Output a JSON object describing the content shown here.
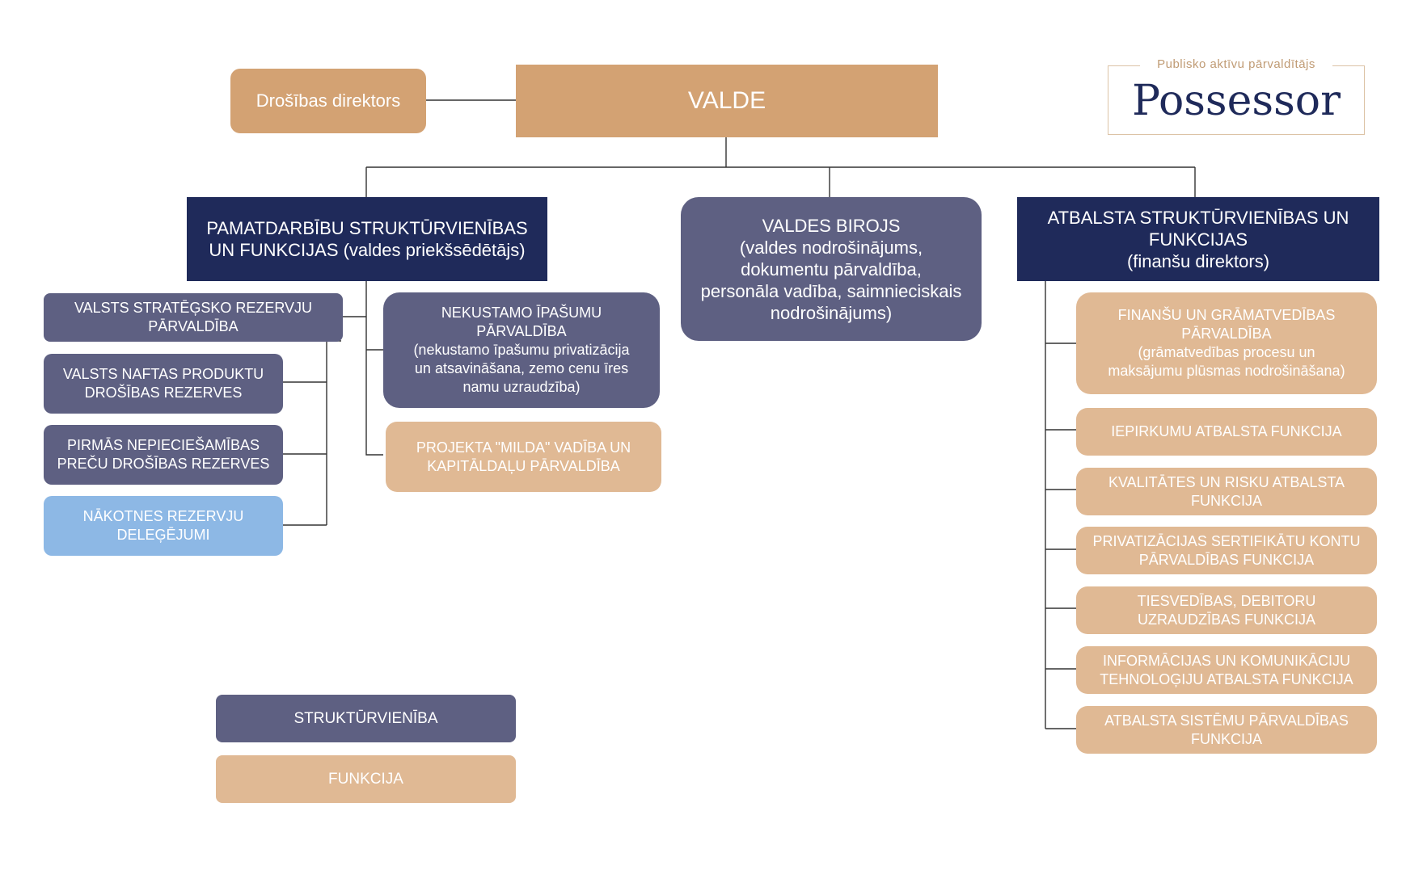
{
  "header": {
    "board": "VALDE",
    "security_director": "Drošības direktors"
  },
  "logo": {
    "tagline": "Publisko aktīvu pārvaldītājs",
    "wordmark": "Possessor"
  },
  "branches": {
    "core": [
      "PAMATDARBĪBU STRUKTŪRVIENĪBAS",
      "UN FUNKCIJAS (valdes priekšsēdētājs)"
    ],
    "office": [
      "VALDES BIROJS",
      "(valdes nodrošinājums,",
      "dokumentu pārvaldība,",
      "personāla vadība, saimnieciskais",
      "nodrošinājums)"
    ],
    "support": [
      "ATBALSTA STRUKTŪRVIENĪBAS UN",
      "FUNKCIJAS",
      "(finanšu direktors)"
    ]
  },
  "core_units": [
    [
      "VALSTS STRATĒĢSKO REZERVJU",
      "PĀRVALDĪBA"
    ],
    [
      "VALSTS NAFTAS PRODUKTU",
      "DROŠĪBAS REZERVES"
    ],
    [
      "PIRMĀS NEPIECIEŠAMĪBAS",
      "PREČU DROŠĪBAS REZERVES"
    ],
    [
      "NĀKOTNES REZERVJU",
      "DELEĢĒJUMI"
    ]
  ],
  "real_estate": [
    "NEKUSTAMO ĪPAŠUMU",
    "PĀRVALDĪBA",
    "(nekustamo īpašumu privatizācija",
    "un atsavināšana, zemo cenu īres",
    "namu uzraudzība)"
  ],
  "milda": [
    "PROJEKTA \"MILDA\" VADĪBA UN",
    "KAPITĀLDAĻU PĀRVALDĪBA"
  ],
  "support_units": [
    [
      "FINANŠU UN GRĀMATVEDĪBAS",
      "PĀRVALDĪBA",
      "(grāmatvedības procesu un",
      "maksājumu plūsmas nodrošināšana)"
    ],
    [
      "IEPIRKUMU ATBALSTA FUNKCIJA"
    ],
    [
      "KVALITĀTES UN RISKU ATBALSTA",
      "FUNKCIJA"
    ],
    [
      "PRIVATIZĀCIJAS SERTIFIKĀTU KONTU",
      "PĀRVALDĪBAS FUNKCIJA"
    ],
    [
      "TIESVEDĪBAS, DEBITORU",
      "UZRAUDZĪBAS FUNKCIJA"
    ],
    [
      "INFORMĀCIJAS UN KOMUNIKĀCIJU",
      "TEHNOLOĢIJU ATBALSTA FUNKCIJA"
    ],
    [
      "ATBALSTA SISTĒMU PĀRVALDĪBAS",
      "FUNKCIJA"
    ]
  ],
  "legend": {
    "unit": "STRUKTŪRVIENĪBA",
    "function": "FUNKCIJA"
  },
  "colors": {
    "gold": "#d3a273",
    "navy": "#1f2a5a",
    "slate": "#5e6082",
    "sand": "#e0b994",
    "sky": "#8db8e5"
  }
}
